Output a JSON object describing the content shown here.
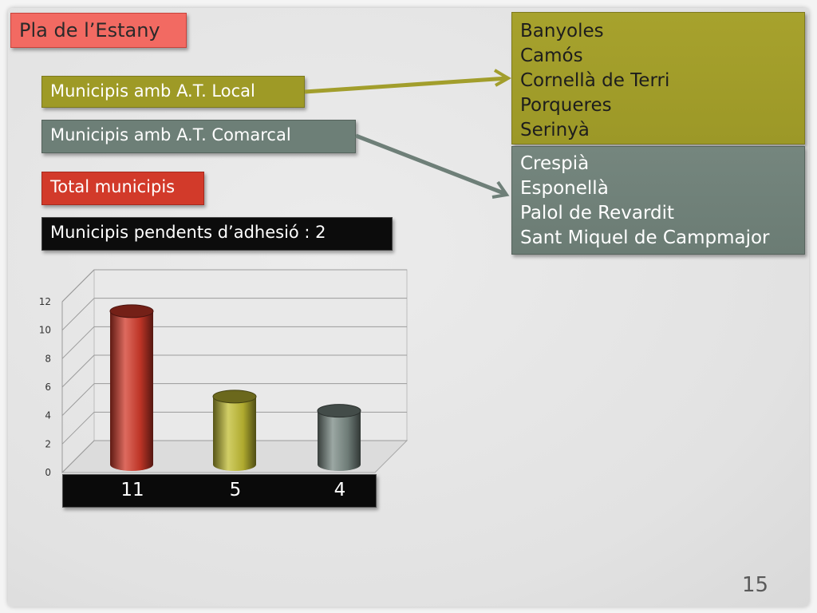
{
  "slide": {
    "title": "Pla de l’Estany",
    "page_number": "15"
  },
  "legend": {
    "local": "Municipis amb A.T. Local",
    "comarcal": "Municipis amb A.T. Comarcal",
    "total": "Total municipis",
    "pending": "Municipis pendents d’adhesió :  2"
  },
  "lists": {
    "local": [
      "Banyoles",
      "Camós",
      "Cornellà de Terri",
      "Porqueres",
      "Serinyà"
    ],
    "comarcal": [
      "Crespià",
      "Esponellà",
      "Palol de Revardit",
      "Sant Miquel de Campmajor"
    ]
  },
  "colors": {
    "title": "#f26a62",
    "local": "#9e9a26",
    "comarcal": "#6d7f77",
    "total": "#d23a2a",
    "pending": "#0c0c0c"
  },
  "chart_data": {
    "type": "bar",
    "categories": [
      "Total municipis",
      "Municipis amb A.T. Local",
      "Municipis amb A.T. Comarcal"
    ],
    "values": [
      11,
      5,
      4
    ],
    "value_labels": [
      "11",
      "5",
      "4"
    ],
    "ylim": [
      0,
      12
    ],
    "yticks": [
      "0",
      "2",
      "4",
      "6",
      "8",
      "10",
      "12"
    ],
    "bar_colors": [
      "#d23a2a",
      "#c2bd33",
      "#7a8a84"
    ],
    "grid": true,
    "style": "3d-cylinder"
  }
}
